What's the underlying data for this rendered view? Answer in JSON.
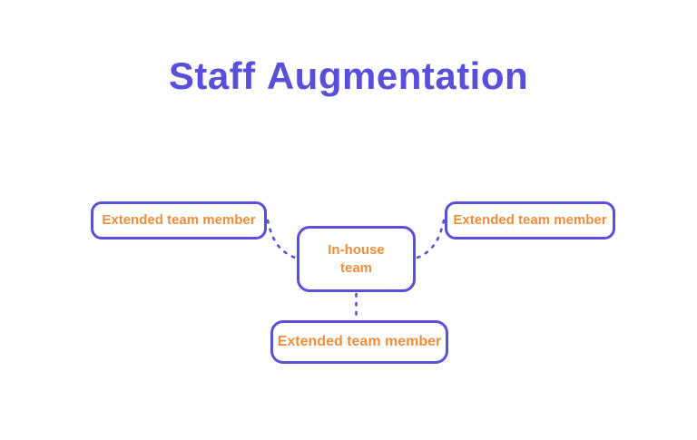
{
  "title": {
    "word1": "Staff",
    "word2": "Augmentation"
  },
  "colors": {
    "purple": "#5a4fd8",
    "orange": "#ee8e3d",
    "background": "#ffffff"
  },
  "nodes": {
    "center": {
      "label": "In-house team"
    },
    "left": {
      "label": "Extended team member"
    },
    "right": {
      "label": "Extended team member"
    },
    "bottom": {
      "label": "Extended team member"
    }
  }
}
